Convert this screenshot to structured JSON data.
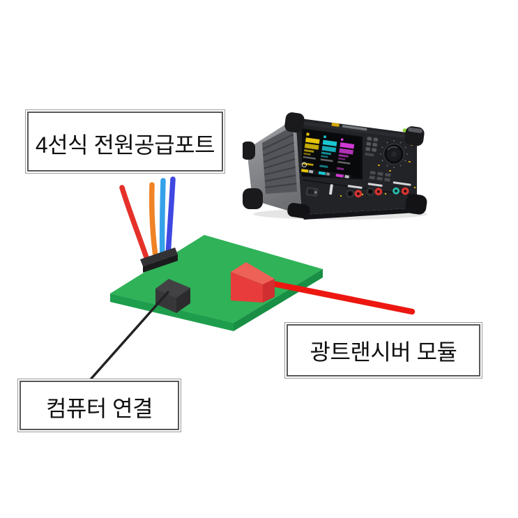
{
  "labels": {
    "power_port": {
      "text": "4선식 전원공급포트"
    },
    "transceiver": {
      "text": "광트랜시버 모듈"
    },
    "computer": {
      "text": "컴퓨터 연결"
    }
  },
  "colors": {
    "board_top": "#2FB258",
    "board_side_left": "#1E9E4C",
    "board_side_right": "#188F44",
    "wire_red": "#E6302A",
    "wire_orange": "#EF8325",
    "wire_light_blue": "#35A1EA",
    "wire_blue": "#3F48E2",
    "connector_top": "#323234",
    "connector_front": "#1B1B1D",
    "chip_top": "#424245",
    "chip_front": "#373739",
    "chip_side": "#2B2B2D",
    "module_top": "#EE6157",
    "module_front": "#E73C3B",
    "module_side": "#D02E31",
    "line_red": "#ED1711",
    "line_black": "#222222",
    "psu_body": "#222327",
    "screen_ch1": "#E7C50A",
    "screen_ch2": "#19C8D4",
    "screen_ch3": "#CF3AD4"
  }
}
